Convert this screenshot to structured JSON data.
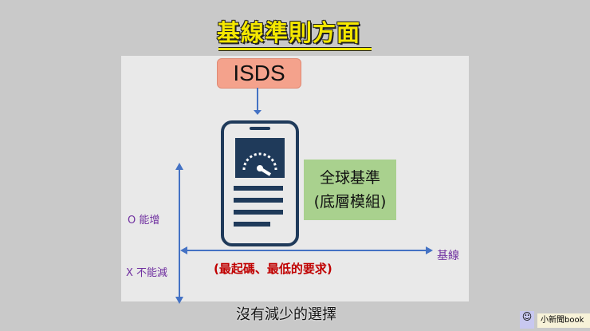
{
  "title": "基線準則方面",
  "isds": "ISDS",
  "global_standard": {
    "line1": "全球基準",
    "line2": "(底層模組)"
  },
  "axis": {
    "up_label": "O 能增",
    "down_label": "X 不能減",
    "right_label": "基線"
  },
  "requirement": "(最起碼、最低的要求)",
  "subtitle": "沒有減少的選擇",
  "badge": "小新聞book",
  "colors": {
    "title": "#f5e800",
    "isds": "#f4a28c",
    "global": "#a9d18e",
    "axis": "#4472c4",
    "label": "#7030a0",
    "requirement": "#c00000"
  }
}
